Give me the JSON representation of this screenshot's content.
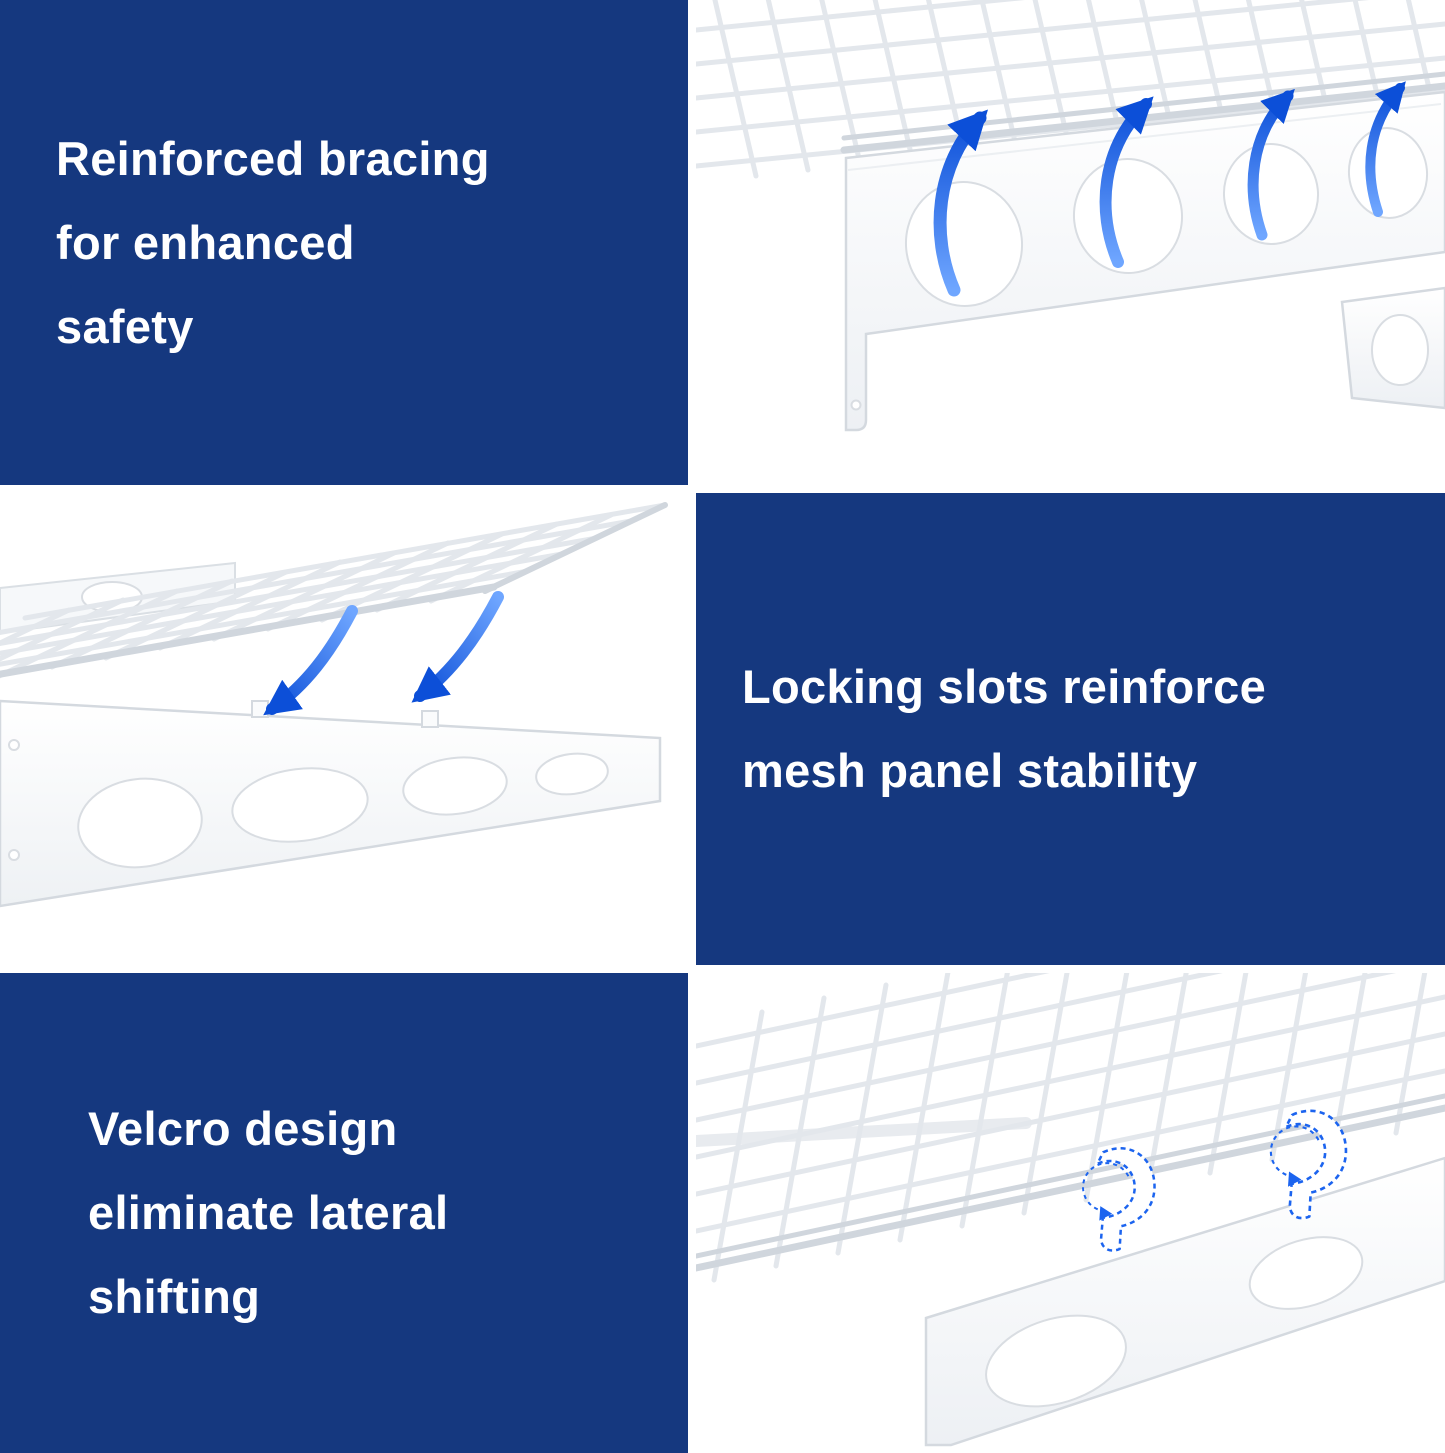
{
  "colors": {
    "panel_blue": "#15387f",
    "arrow_blue": "#1c64ef",
    "text": "#ffffff",
    "product_white": "#ffffff"
  },
  "panels": [
    {
      "type": "text",
      "position": "top-left",
      "lines": [
        "Reinforced bracing",
        "for enhanced",
        "safety"
      ]
    },
    {
      "type": "image",
      "position": "top-right",
      "illustration": "bracket-up-arrows"
    },
    {
      "type": "image",
      "position": "middle-left",
      "illustration": "mesh-panel-locking-slots"
    },
    {
      "type": "text",
      "position": "middle-right",
      "lines": [
        "Locking slots reinforce",
        "mesh panel stability"
      ]
    },
    {
      "type": "text",
      "position": "bottom-left",
      "lines": [
        "Velcro design",
        "eliminate lateral",
        "shifting"
      ]
    },
    {
      "type": "image",
      "position": "bottom-right",
      "illustration": "velcro-straps-shelf"
    }
  ]
}
